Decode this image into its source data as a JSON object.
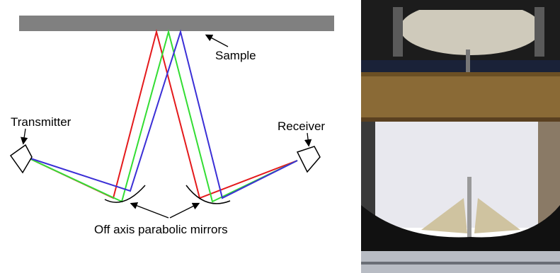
{
  "labels": {
    "sample": "Sample",
    "transmitter": "Transmitter",
    "receiver": "Receiver",
    "mirrors": "Off axis parabolic mirrors"
  },
  "beam_colors": [
    "#e41a1c",
    "#33dd33",
    "#3b2fd6"
  ],
  "colors": {
    "sample_bar": "#808080",
    "outline": "#000000"
  }
}
